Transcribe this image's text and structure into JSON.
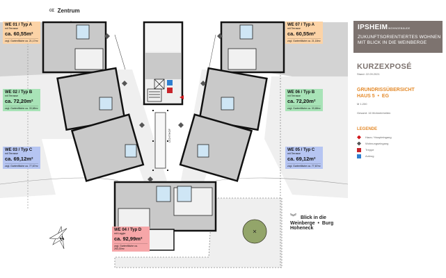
{
  "plan": {
    "direction_label": "Zentrum",
    "view_label_1": "Blick in die Weinberge",
    "view_separator": "•",
    "view_label_2": "Burg Hoheneck",
    "lichthof_label": "LICHTHOF",
    "north_label": "N"
  },
  "units": [
    {
      "id": "we01",
      "title": "WE 01 / Typ A",
      "sub": "mit Terrasse",
      "area": "ca. 60,55m²",
      "garden": "zzgl. Gartenfläche ca. 21,17m²",
      "color": "#fcd3a6"
    },
    {
      "id": "we02",
      "title": "WE 02 / Typ B",
      "sub": "mit Terrasse",
      "area": "ca. 72,20m²",
      "garden": "zzgl. Gartenfläche ca. 33,68m²",
      "color": "#a8e3b7"
    },
    {
      "id": "we03",
      "title": "WE 03 / Typ C",
      "sub": "mit Terrasse",
      "area": "ca. 69,12m²",
      "garden": "zzgl. Gartenfläche ca. 77,67m²",
      "color": "#b6c5f2"
    },
    {
      "id": "we04",
      "title": "WE 04 / Typ D",
      "sub": "mit Loggia",
      "area": "ca. 92,99m²",
      "garden": "zzgl. Gartenfläche ca. 263,30m²",
      "color": "#f6a6a8"
    },
    {
      "id": "we05",
      "title": "WE 05 / Typ C",
      "sub": "mit Terrasse",
      "area": "ca. 69,12m²",
      "garden": "zzgl. Gartenfläche ca. 77,67m²",
      "color": "#b6c5f2"
    },
    {
      "id": "we06",
      "title": "WE 06 / Typ B",
      "sub": "mit Terrasse",
      "area": "ca. 72,20m²",
      "garden": "zzgl. Gartenfläche ca. 33,68m²",
      "color": "#a8e3b7"
    },
    {
      "id": "we07",
      "title": "WE 07 / Typ A",
      "sub": "mit Terrasse",
      "area": "ca. 60,55m²",
      "garden": "zzgl. Gartenfläche ca. 21,18m²",
      "color": "#fcd3a6"
    }
  ],
  "sidebar": {
    "brand_name": "IPSHEIM",
    "brand_sub": "WOHNGEBÄUDE",
    "tagline_1": "ZUKUNFTSORIENTIERTES WOHNEN",
    "tagline_2": "MIT BLICK IN DIE WEINBERGE",
    "heading": "KURZEXPOSÉ",
    "stand": "Stand: 22.09.2021",
    "section_title_1": "GRUNDRISSÜBERSICHT",
    "section_title_2": "HAUS 5  •  EG",
    "scale": "M 1:200",
    "total": "Gesamt: 16 Wohneinheiten",
    "legend_title": "LEGENDE",
    "legend": [
      {
        "icon": "house-entrance-icon",
        "label": "Haus / Haupteingang",
        "color": "#d0161b"
      },
      {
        "icon": "apartment-entrance-icon",
        "label": "Wohnungseingang",
        "color": "#555555"
      },
      {
        "icon": "stairs-icon",
        "label": "Treppe",
        "color": "#c8232b"
      },
      {
        "icon": "elevator-icon",
        "label": "Aufzug",
        "color": "#2f7fd0"
      }
    ]
  }
}
